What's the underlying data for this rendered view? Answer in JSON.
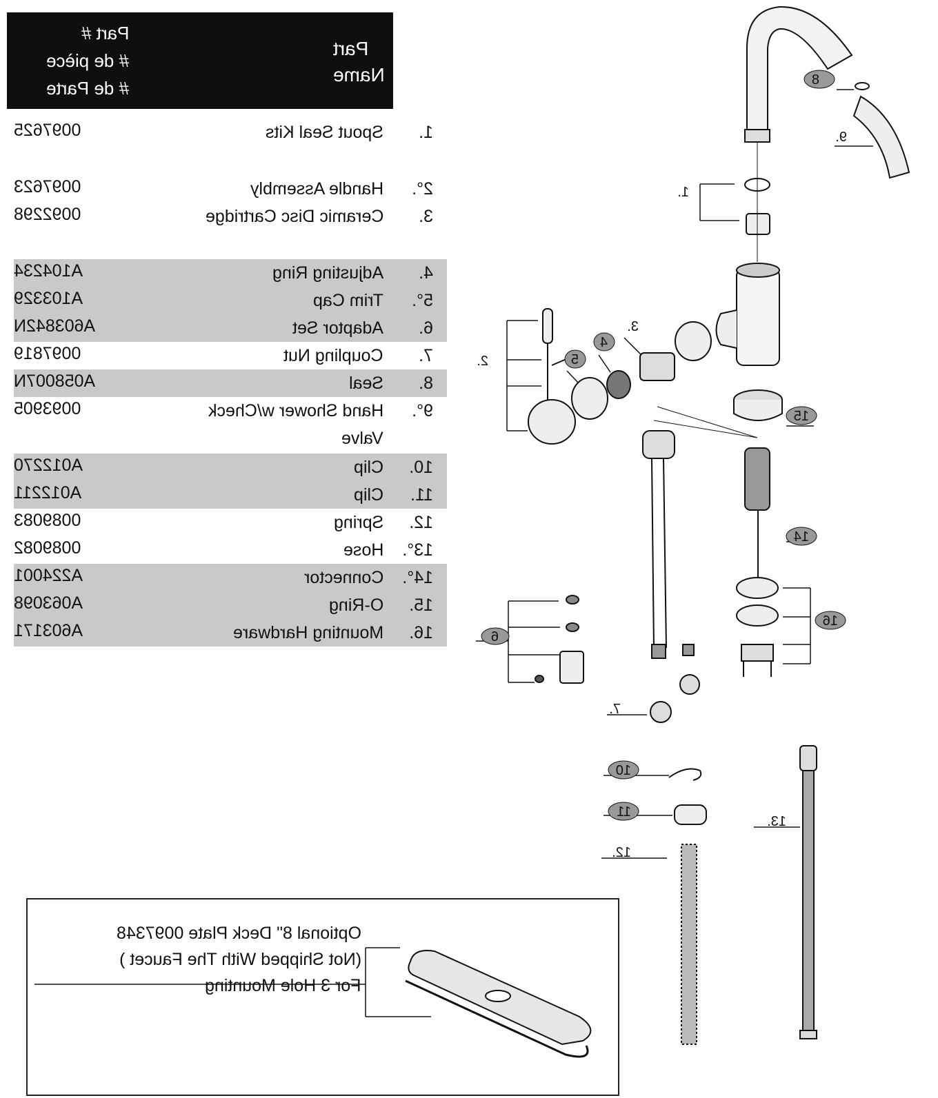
{
  "header": {
    "part_number_lines": [
      "Part #",
      "# de pièce",
      "# de Parte"
    ],
    "part_name_lines": [
      "Part",
      "Name"
    ]
  },
  "parts": [
    {
      "part": "0097625",
      "name": "Spout Seal Kits",
      "num": "1."
    },
    {
      "part": "0097623",
      "name": "Handle Assembly",
      "num": "2°."
    },
    {
      "part": "0092298",
      "name": "Ceramic Disc Cartridge",
      "num": "3."
    },
    {
      "part": "A104234",
      "name": "Adjusting Ring",
      "num": "4."
    },
    {
      "part": "A103329",
      "name": "Trim Cap",
      "num": "5°."
    },
    {
      "part": "A603842N",
      "name": "Adaptor Set",
      "num": "6."
    },
    {
      "part": "0097819",
      "name": "Coupling Nut",
      "num": "7."
    },
    {
      "part": "A058007N",
      "name": "Seal",
      "num": "8."
    },
    {
      "part": "0093905",
      "name": "Hand Shower w/Check",
      "num": "9°.",
      "cont": "Valve"
    },
    {
      "part": "A012270",
      "name": "Clip",
      "num": "10."
    },
    {
      "part": "A012211",
      "name": "Clip",
      "num": "11."
    },
    {
      "part": "0089083",
      "name": "Spring",
      "num": "12."
    },
    {
      "part": "0089082",
      "name": "Hose",
      "num": "13°."
    },
    {
      "part": "A224001",
      "name": "Connector",
      "num": "14°."
    },
    {
      "part": "A063098",
      "name": "O-Ring",
      "num": "15."
    },
    {
      "part": "A603171",
      "name": "Mounting Hardware",
      "num": "16."
    }
  ],
  "callouts": {
    "c1": "1.",
    "c2": "2.",
    "c3": "3.",
    "c4": "4",
    "c5": "5",
    "c6": "6",
    "c7": "7.",
    "c8": "8",
    "c9": "9.",
    "c10": "10",
    "c11": "11",
    "c12": "12.",
    "c13": "13.",
    "c14": "14",
    "c15": "15",
    "c16": "16"
  },
  "deck_plate": {
    "lines": [
      "Optional 8\" Deck Plate 0097348",
      "(Not Shipped With The Faucet )",
      "For 3 Hole Mounting"
    ]
  }
}
